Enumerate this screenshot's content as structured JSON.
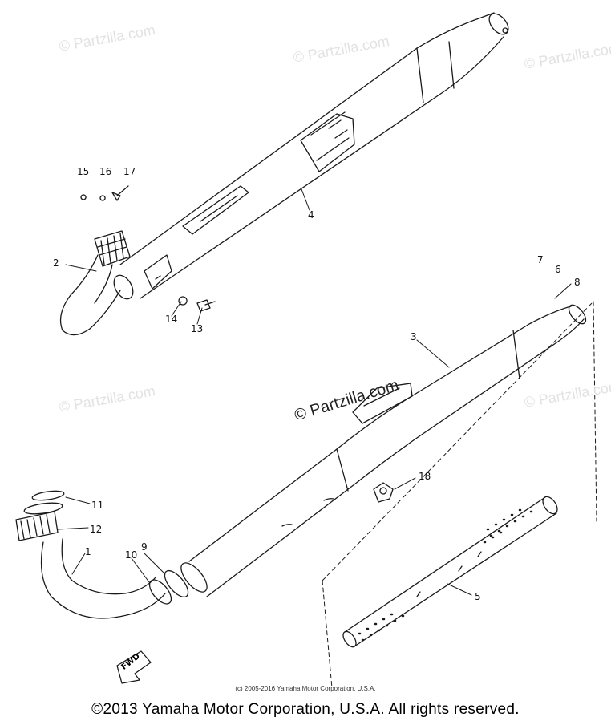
{
  "watermarks": {
    "top_left": "© Partzilla.com",
    "top_center": "© Partzilla.com",
    "top_right": "© Partzilla.com",
    "middle_left": "© Partzilla.com",
    "middle_center": "© Partzilla.com",
    "middle_right": "© Partzilla.com"
  },
  "callouts": {
    "c1": "1",
    "c2": "2",
    "c3": "3",
    "c4": "4",
    "c5": "5",
    "c6": "6",
    "c7": "7",
    "c8": "8",
    "c9": "9",
    "c10": "10",
    "c11": "11",
    "c12": "12",
    "c13": "13",
    "c14": "14",
    "c15": "15",
    "c16": "16",
    "c17": "17",
    "c18": "18"
  },
  "fwd_label": "FWD",
  "small_copyright": "(c) 2005-2016 Yamaha Motor Corporation, U.S.A.",
  "footer_copyright": "©2013 Yamaha Motor Corporation, U.S.A. All rights reserved.",
  "colors": {
    "line": "#1a1a1a",
    "watermark": "#e2e2e2"
  }
}
